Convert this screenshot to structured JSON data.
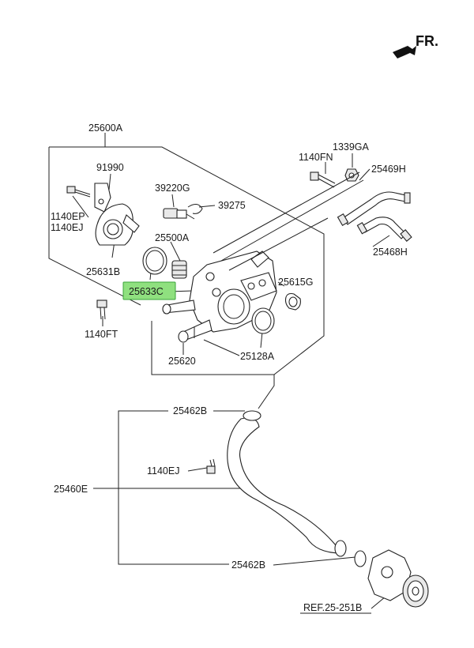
{
  "direction_label": "FR.",
  "highlight_color": "#8fe07f",
  "labels": {
    "p25600A": "25600A",
    "p91990": "91990",
    "p39220G": "39220G",
    "p39275": "39275",
    "p1140FN": "1140FN",
    "p1339GA": "1339GA",
    "p25469H": "25469H",
    "p1140EP": "1140EP",
    "p1140EJ_top": "1140EJ",
    "p25500A": "25500A",
    "p25631B": "25631B",
    "p25468H": "25468H",
    "p25633C": "25633C",
    "p25615G": "25615G",
    "p1140FT": "1140FT",
    "p25620": "25620",
    "p25128A": "25128A",
    "p25462B_top": "25462B",
    "p1140EJ_mid": "1140EJ",
    "p25460E": "25460E",
    "p25462B_bot": "25462B",
    "ref": "REF.25-251B"
  }
}
